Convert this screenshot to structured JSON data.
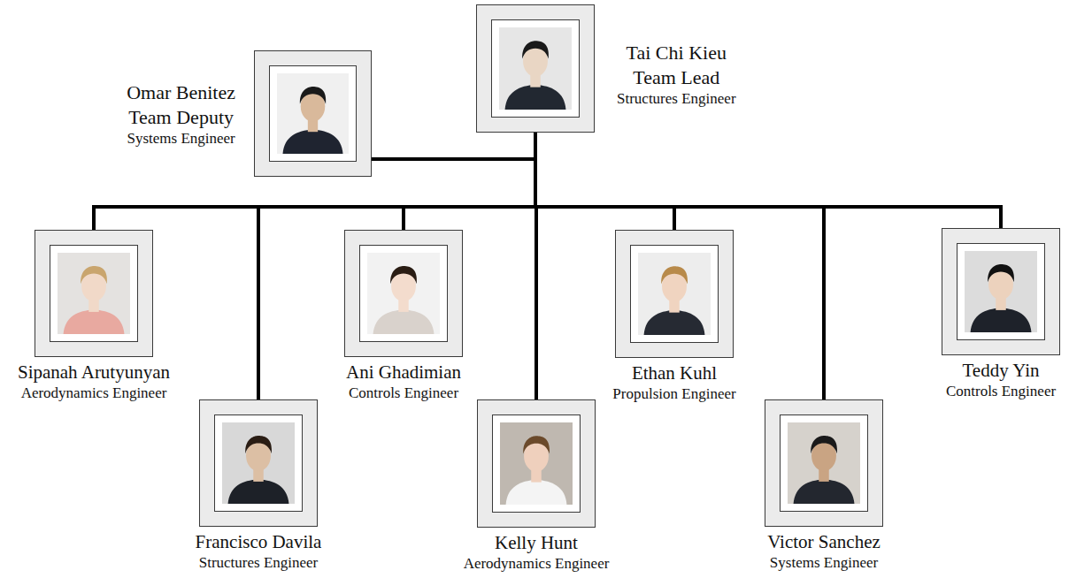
{
  "diagram": {
    "nodes": [
      {
        "text": [
          "Tai Chi Kieu",
          "Team Lead",
          "Structures Engineer"
        ]
      },
      {
        "text": [
          "Omar Benitez",
          "Team Deputy",
          "Systems Engineer"
        ]
      },
      {
        "text": [
          "Sipanah Arutyunyan",
          "Aerodynamics Engineer"
        ]
      },
      {
        "text": [
          "Francisco Davila",
          "Structures Engineer"
        ]
      },
      {
        "text": [
          "Ani Ghadimian",
          "Controls Engineer"
        ]
      },
      {
        "text": [
          "Kelly Hunt",
          "Aerodynamics Engineer"
        ]
      },
      {
        "text": [
          "Ethan Kuhl",
          "Propulsion Engineer"
        ]
      },
      {
        "text": [
          "Victor Sanchez",
          "Systems Engineer"
        ]
      },
      {
        "text": [
          "Teddy Yin",
          "Controls Engineer"
        ]
      }
    ],
    "edges": [
      {
        "from": 0,
        "to": 1,
        "arrow": "none"
      },
      {
        "from": 0,
        "to": 2,
        "arrow": "none"
      },
      {
        "from": 0,
        "to": 3,
        "arrow": "none"
      },
      {
        "from": 0,
        "to": 4,
        "arrow": "none"
      },
      {
        "from": 0,
        "to": 5,
        "arrow": "none"
      },
      {
        "from": 0,
        "to": 6,
        "arrow": "none"
      },
      {
        "from": 0,
        "to": 7,
        "arrow": "none"
      },
      {
        "from": 0,
        "to": 8,
        "arrow": "none"
      }
    ]
  }
}
